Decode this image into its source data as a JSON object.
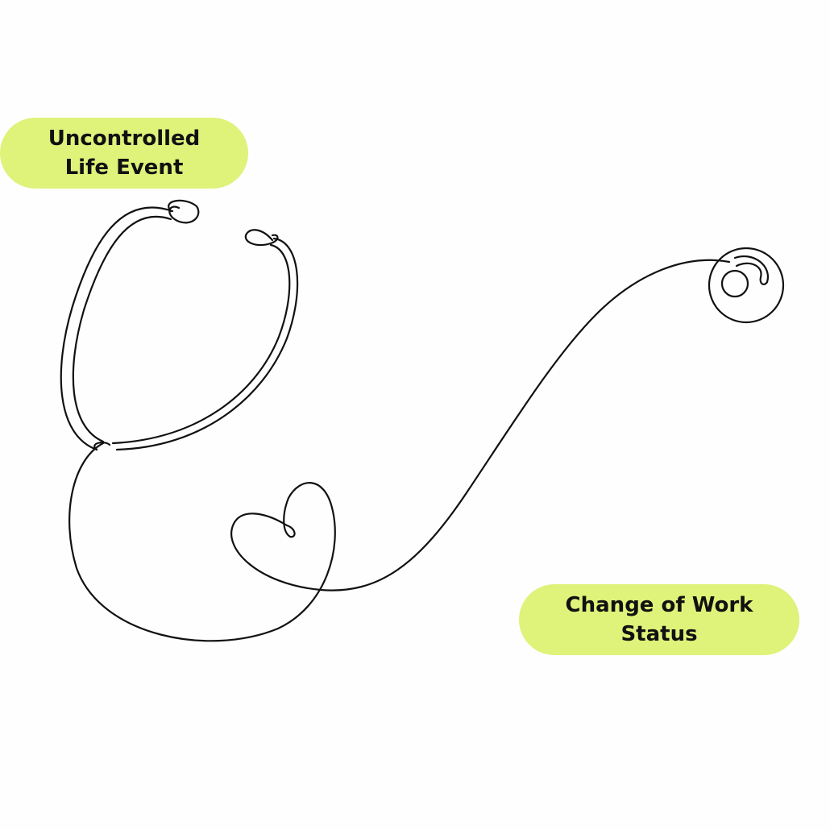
{
  "labels": {
    "top": {
      "line1": "Uncontrolled",
      "line2": "Life Event"
    },
    "bottom": {
      "line1": "Change of Work",
      "line2": "Status"
    }
  },
  "colors": {
    "pill_background": "#dff27a",
    "line": "#111111",
    "background": "#fefefe"
  },
  "illustration": {
    "icon": "stethoscope-icon",
    "detail": "heart-icon"
  }
}
